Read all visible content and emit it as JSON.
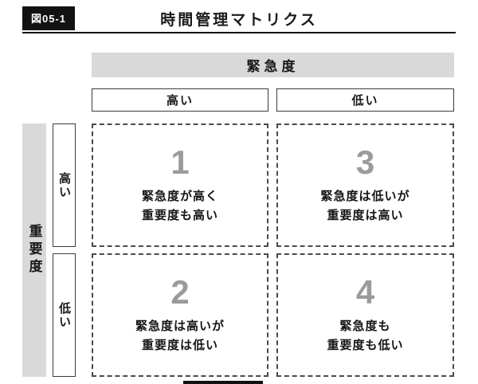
{
  "header": {
    "figure_label": "図05-1",
    "title": "時間管理マトリクス"
  },
  "matrix": {
    "column_axis": "緊急度",
    "row_axis": "重要度",
    "column_headers": [
      "高い",
      "低い"
    ],
    "row_headers": [
      "高い",
      "低い"
    ],
    "quadrants": [
      {
        "number": "1",
        "line1": "緊急度が高く",
        "line2": "重要度も高い"
      },
      {
        "number": "3",
        "line1": "緊急度は低いが",
        "line2": "重要度は高い"
      },
      {
        "number": "2",
        "line1": "緊急度は高いが",
        "line2": "重要度は低い"
      },
      {
        "number": "4",
        "line1": "緊急度も",
        "line2": "重要度も低い"
      }
    ]
  },
  "colors": {
    "header_bg": "#121212",
    "axis_bar_bg": "#d9d9d9",
    "quadrant_number": "#9b9b9b",
    "dashed_border": "#4a4a4a"
  }
}
